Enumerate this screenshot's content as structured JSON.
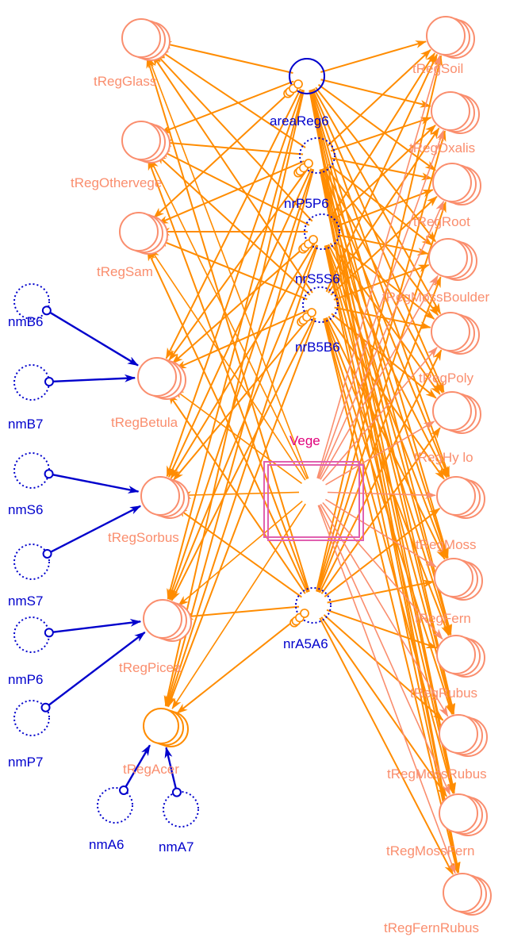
{
  "colors": {
    "orange": "#FF8C00",
    "salmon": "#FA8E6E",
    "blue": "#0000CC",
    "pink": "#E060B0",
    "magenta": "#E0007A"
  },
  "nodes": {
    "areaReg6": "areaReg6",
    "nrP5P6": "nrP5P6",
    "nrS5S6": "nrS5S6",
    "nrB5B6": "nrB5B6",
    "nrA5A6": "nrA5A6",
    "vege": "Vege",
    "tRegGlass": "tRegGlass",
    "tRegOthervege": "tRegOthervege",
    "tRegSam": "tRegSam",
    "tRegBetula": "tRegBetula",
    "tRegSorbus": "tRegSorbus",
    "tRegPicea": "tRegPicea",
    "tRegAcer": "tRegAcer",
    "nmB6": "nmB6",
    "nmB7": "nmB7",
    "nmS6": "nmS6",
    "nmS7": "nmS7",
    "nmP6": "nmP6",
    "nmP7": "nmP7",
    "nmA6": "nmA6",
    "nmA7": "nmA7",
    "tRegSoil": "tRegSoil",
    "tRegOxalis": "tRegOxalis",
    "tRegRoot": "tRegRoot",
    "tRegMossBoulder": "tRegMossBoulder",
    "tRegPoly": "tRegPoly",
    "tRegHylo": "tRegHy lo",
    "tRegMoss": "tRegMoss",
    "tRegFern": "tRegFern",
    "tRegRubus": "tRegRubus",
    "tRegMossRubus": "tRegMossRubus",
    "tRegMossFern": "tRegMossFern",
    "tRegFernRubus": "tRegFernRubus"
  }
}
